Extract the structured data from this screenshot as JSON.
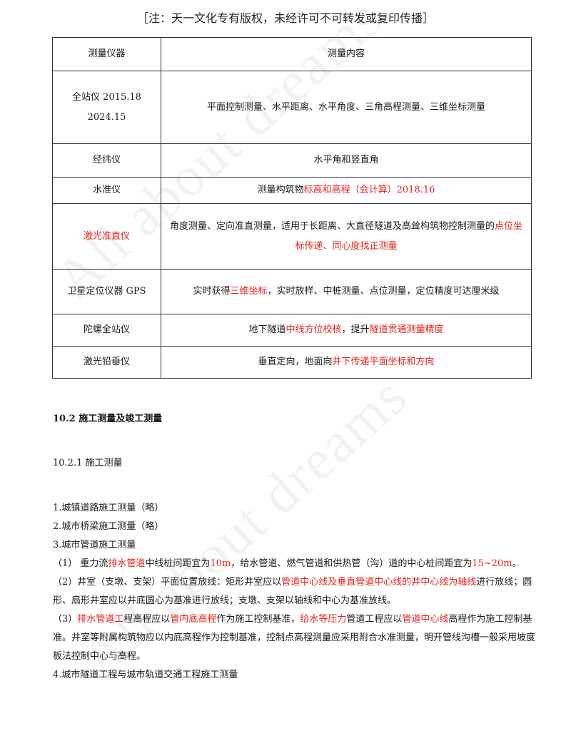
{
  "notice": "［注：天一文化专有版权，未经许可不可转发或复印传播］",
  "watermark": "All about dreams",
  "table": {
    "header": [
      "测量仪器",
      "测量内容"
    ],
    "rows": [
      {
        "instrument": [
          {
            "t": "全站仪 2015.18"
          },
          {
            "t": "2024.15",
            "br": true
          }
        ],
        "content": [
          {
            "t": "平面控制测量、水平距离、水平角度、三角高程测量、三维坐标测量"
          }
        ]
      },
      {
        "instrument": [
          {
            "t": "经纬仪"
          }
        ],
        "content": [
          {
            "t": "水平角和竖直角"
          }
        ]
      },
      {
        "instrument": [
          {
            "t": "水准仪"
          }
        ],
        "content": [
          {
            "t": "测量构筑物"
          },
          {
            "t": "标高和高程（会计算）2018.16",
            "red": true
          }
        ]
      },
      {
        "instrument": [
          {
            "t": "激光准直仪",
            "red": true
          }
        ],
        "content": [
          {
            "t": "角度测量、定向准直测量，适用于长距离、大直径隧道及高耸构筑物控制测量的"
          },
          {
            "t": "点位坐标传递、同心度找正测量",
            "red": true
          }
        ]
      },
      {
        "instrument": [
          {
            "t": "卫星定位仪器 GPS"
          }
        ],
        "content": [
          {
            "t": "实时获得"
          },
          {
            "t": "三维坐标",
            "red": true
          },
          {
            "t": "，实时放样、中桩测量、点位测量，定位精度可达厘米级"
          }
        ]
      },
      {
        "instrument": [
          {
            "t": "陀螺全站仪"
          }
        ],
        "content": [
          {
            "t": "地下隧道"
          },
          {
            "t": "中线方位校核",
            "red": true
          },
          {
            "t": "，提升"
          },
          {
            "t": "隧道贯通测量精度",
            "red": true
          }
        ]
      },
      {
        "instrument": [
          {
            "t": "激光铅垂仪"
          }
        ],
        "content": [
          {
            "t": "垂直定向，地面向"
          },
          {
            "t": "井下传递平面坐标和方向",
            "red": true
          }
        ]
      }
    ]
  },
  "section": {
    "heading": "10.2  施工测量及竣工测量",
    "subheading": "10.2.1   施工测量"
  },
  "paragraphs": [
    [
      {
        "t": "1.城镇道路施工测量（略）"
      }
    ],
    [
      {
        "t": "2.城市桥梁施工测量（略）"
      }
    ],
    [
      {
        "t": "3.城市管道施工测量"
      }
    ],
    [
      {
        "t": "（1）   重力流"
      },
      {
        "t": "排水管道",
        "red": true
      },
      {
        "t": "中线桩间距宜为"
      },
      {
        "t": "10m",
        "red": true
      },
      {
        "t": "，给水管道、燃气管道和供热管（沟）道的中心桩间距宜为"
      },
      {
        "t": "15~20m",
        "red": true
      },
      {
        "t": "。"
      }
    ],
    [
      {
        "t": "（2）井室（支墩、支架）平面位置放线：矩形井室应以"
      },
      {
        "t": "管道中心线及垂直管道中心线的井中心线为轴线",
        "red": true
      },
      {
        "t": "进行放线；圆形、扇形井室应以井底圆心为基准进行放线；支墩、支架以轴线和中心为基准放线。"
      }
    ],
    [
      {
        "t": "（3）"
      },
      {
        "t": "排水管道工",
        "red": true
      },
      {
        "t": "程高程应以"
      },
      {
        "t": "管内底高程",
        "red": true
      },
      {
        "t": "作为施工控制基准，"
      },
      {
        "t": "给水等压力",
        "red": true
      },
      {
        "t": "管道工程应以"
      },
      {
        "t": "管道中心线",
        "red": true
      },
      {
        "t": "高程作为施工控制基准。井室等附属构筑物应以内底高程作为控制基准，控制点高程测量应采用附合水准测量，明开管线沟槽一般采用坡度板法控制中心与高程。"
      }
    ],
    [
      {
        "t": "4.城市隧道工程与城市轨道交通工程施工测量"
      }
    ]
  ]
}
